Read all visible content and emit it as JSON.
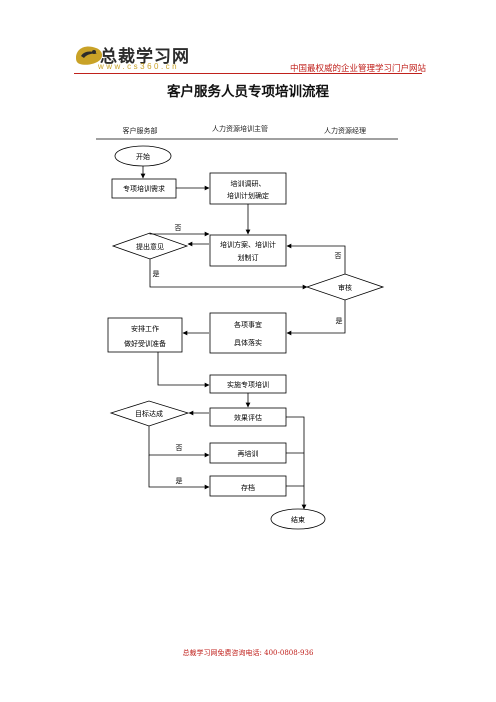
{
  "header": {
    "logo_name": "总裁学习网",
    "logo_url": "www.cs360.cn",
    "tagline": "中国最权威的企业管理学习门户网站"
  },
  "title": "客户服务人员专项培训流程",
  "lanes": [
    "客户服务部",
    "人力资源培训主管",
    "人力资源经理"
  ],
  "nodes": {
    "start": "开始",
    "need": "专项培训需求",
    "research_1": "培训调研、",
    "research_2": "培训计划确定",
    "suggest": "提出意见",
    "plan_1": "培训方案、培训计",
    "plan_2": "划制订",
    "review": "审核",
    "arrange_1": "安排工作",
    "arrange_2": "做好受训准备",
    "prepare_1": "各项事宜",
    "prepare_2": "具体落实",
    "implement": "实施专项培训",
    "evaluate": "效果评估",
    "goal": "目标达成",
    "retrain": "再培训",
    "archive": "存档",
    "end": "结束"
  },
  "edge_labels": {
    "no_top": "否",
    "yes_suggest": "是",
    "no_review": "否",
    "yes_review": "是",
    "no_goal": "否",
    "yes_goal": "是"
  },
  "footer": "总裁学习网免费咨询电话:   400-0808-936",
  "colors": {
    "brand_red": "#c0211c",
    "logo_dark": "#2b2b2b",
    "logo_gold": "#c9a227",
    "line": "#000000"
  }
}
